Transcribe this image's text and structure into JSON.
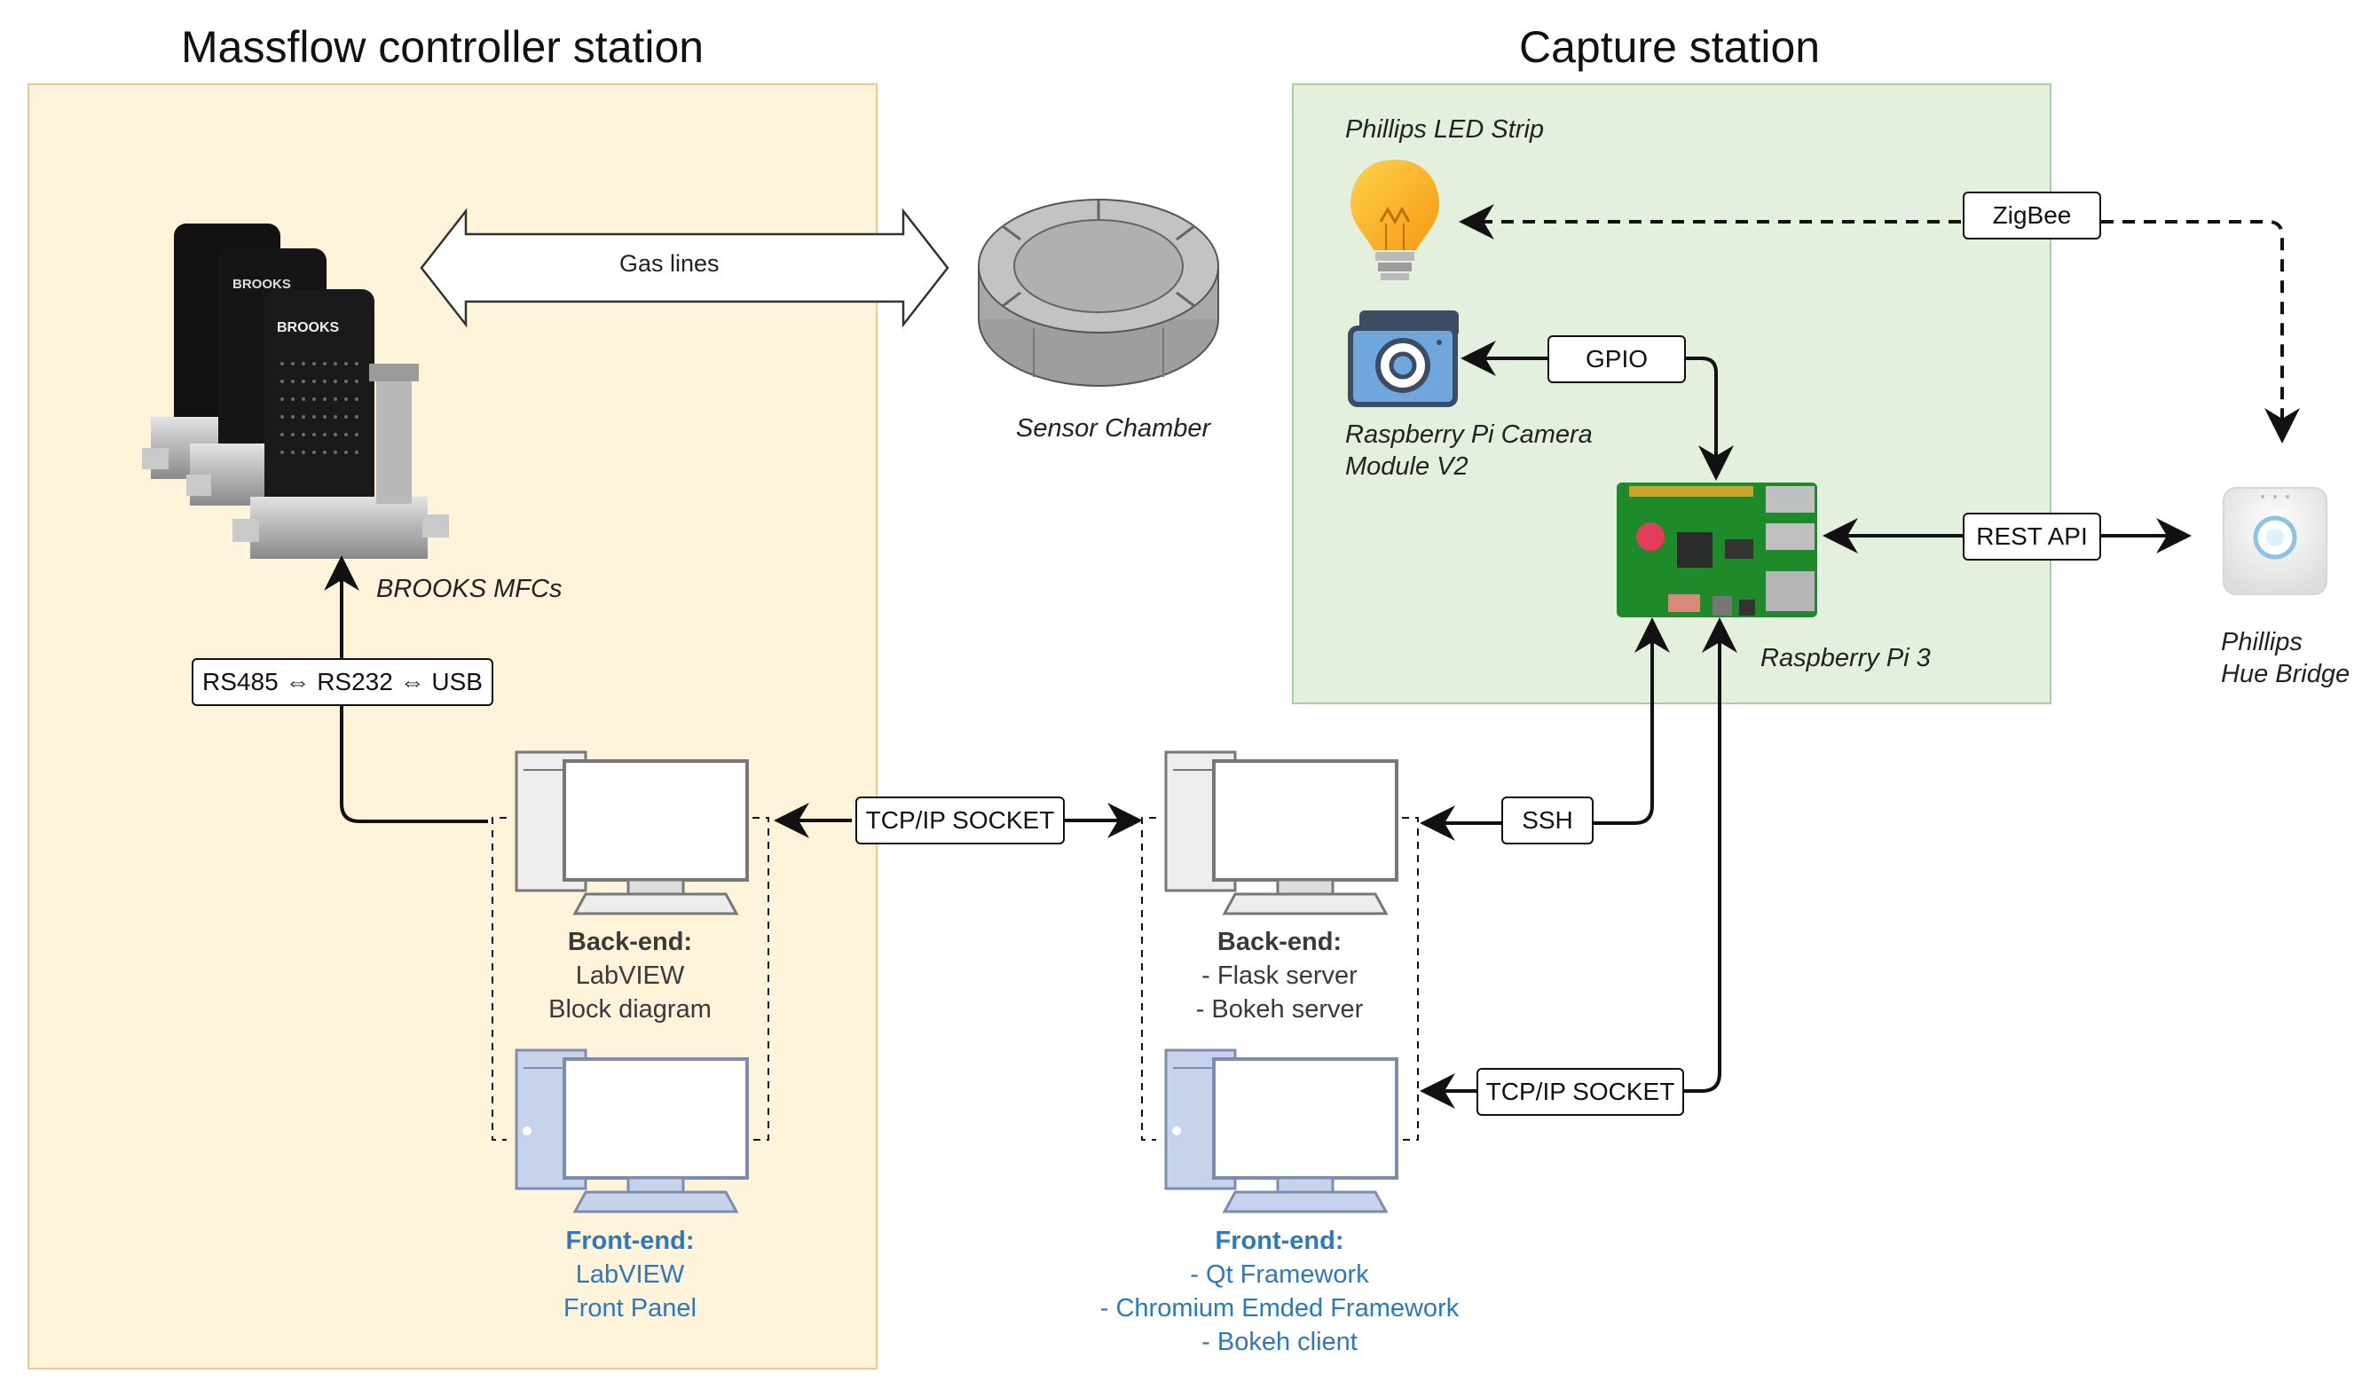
{
  "zones": {
    "massflow": {
      "title": "Massflow controller station"
    },
    "capture": {
      "title": "Capture station"
    }
  },
  "labels": {
    "led_strip": "Phillips LED Strip",
    "camera_line1": "Raspberry Pi Camera",
    "camera_line2": "Module V2",
    "raspberry": "Raspberry Pi 3",
    "hue_line1": "Phillips",
    "hue_line2": "Hue Bridge",
    "sensor_chamber": "Sensor Chamber",
    "mfcs": "BROOKS MFCs",
    "mfc_brand": "BROOKS",
    "gas_lines": "Gas lines"
  },
  "connectors": {
    "zigbee": "ZigBee",
    "gpio": "GPIO",
    "rest_api": "REST API",
    "rs485": "RS485 ⇔ RS232 ⇔ USB",
    "tcp_ip_1": "TCP/IP SOCKET",
    "ssh": "SSH",
    "tcp_ip_2": "TCP/IP SOCKET"
  },
  "computers": {
    "left_back": {
      "heading": "Back-end:",
      "lines": [
        "LabVIEW",
        "Block diagram"
      ]
    },
    "left_front": {
      "heading": "Front-end:",
      "lines": [
        "LabVIEW",
        "Front Panel"
      ]
    },
    "right_back": {
      "heading": "Back-end:",
      "lines": [
        "- Flask server",
        "- Bokeh server"
      ]
    },
    "right_front": {
      "heading": "Front-end:",
      "lines": [
        "- Qt Framework",
        "- Chromium Emded Framework",
        "- Bokeh client"
      ]
    }
  },
  "icons": [
    "brooks-mfc-icon",
    "sensor-chamber-icon",
    "light-bulb-icon",
    "camera-icon",
    "raspberry-pi-board-icon",
    "hue-bridge-icon",
    "desktop-computer-icon"
  ],
  "colors": {
    "massflow_bg": "#fff3d9",
    "capture_bg": "#e3f0de",
    "back_end_text": "#3a3a3a",
    "front_end_text": "#2b79c2"
  }
}
